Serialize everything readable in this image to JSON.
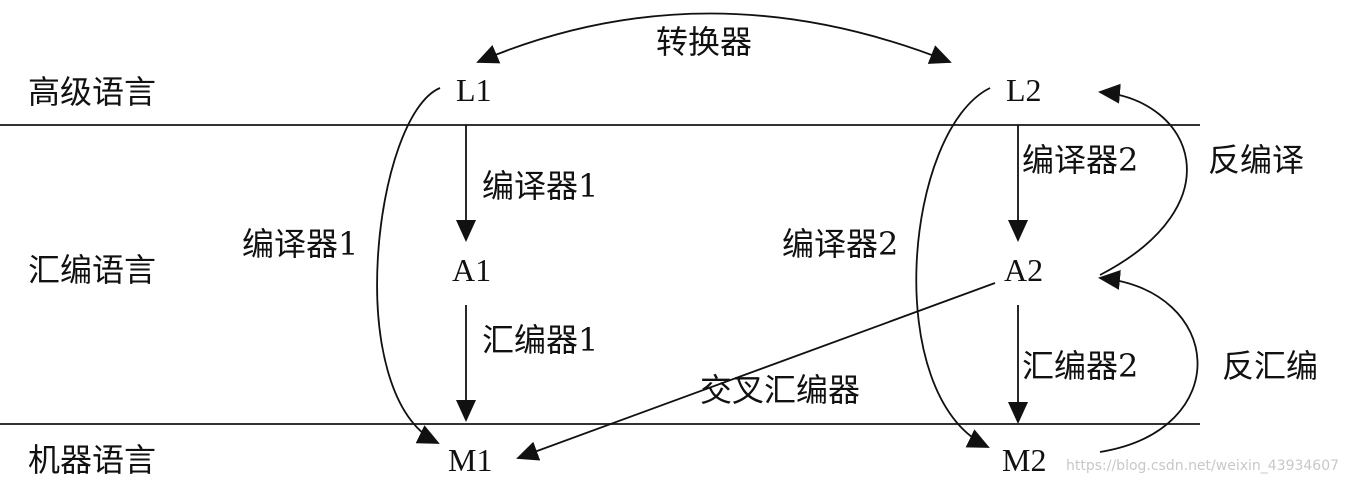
{
  "levels": {
    "high": "高级语言",
    "asm": "汇编语言",
    "machine": "机器语言"
  },
  "nodes": {
    "l1": "L1",
    "l2": "L2",
    "a1": "A1",
    "a2": "A2",
    "m1": "M1",
    "m2": "M2"
  },
  "edges": {
    "converter": "转换器",
    "compiler1_short": "编译器1",
    "compiler1_long": "编译器1",
    "assembler1": "汇编器1",
    "compiler2_short": "编译器2",
    "compiler2_long": "编译器2",
    "assembler2": "汇编器2",
    "decompile": "反编译",
    "disassemble": "反汇编",
    "cross_assembler": "交叉汇编器"
  },
  "watermark": "https://blog.csdn.net/weixin_43934607"
}
